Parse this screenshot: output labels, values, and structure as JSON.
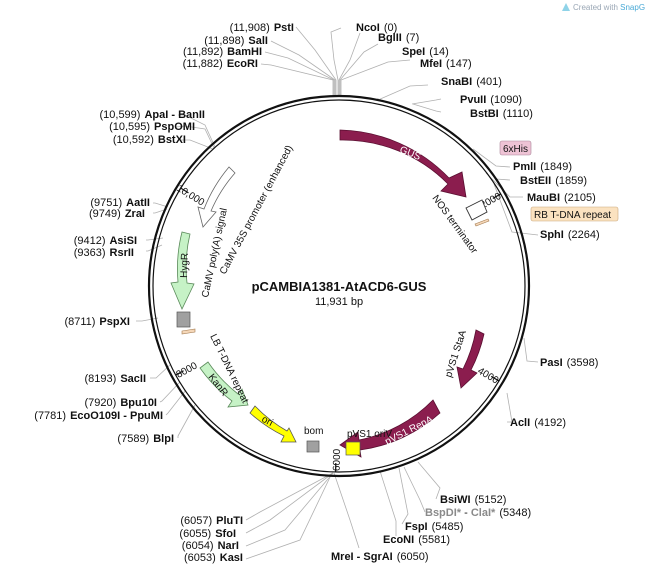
{
  "credit": {
    "prefix": "Created with ",
    "brand": "SnapGene",
    "mark": "®"
  },
  "plasmid": {
    "name": "pCAMBIA1381-AtACD6-GUS",
    "size_label": "11,931 bp",
    "length": 11931
  },
  "ticks": [
    {
      "pos": 2000,
      "label": "2000"
    },
    {
      "pos": 4000,
      "label": "4000"
    },
    {
      "pos": 6000,
      "label": "6000"
    },
    {
      "pos": 8000,
      "label": "8000"
    },
    {
      "pos": 10000,
      "label": "10,000"
    }
  ],
  "sites_right": [
    {
      "name": "NcoI",
      "pos": "(0)"
    },
    {
      "name": "BglII",
      "pos": "(7)"
    },
    {
      "name": "SpeI",
      "pos": "(14)"
    },
    {
      "name": "MfeI",
      "pos": "(147)"
    },
    {
      "name": "SnaBI",
      "pos": "(401)"
    },
    {
      "name": "PvuII",
      "pos": "(1090)"
    },
    {
      "name": "BstBI",
      "pos": "(1110)"
    },
    {
      "name": "PmlI",
      "pos": "(1849)"
    },
    {
      "name": "BstEII",
      "pos": "(1859)"
    },
    {
      "name": "MauBI",
      "pos": "(2105)"
    },
    {
      "name": "SphI",
      "pos": "(2264)"
    },
    {
      "name": "PasI",
      "pos": "(3598)"
    },
    {
      "name": "AclI",
      "pos": "(4192)"
    },
    {
      "name": "BsiWI",
      "pos": "(5152)"
    },
    {
      "name": "BspDI*",
      "sep": " - ",
      "name2": "ClaI*",
      "pos": "(5348)"
    },
    {
      "name": "FspI",
      "pos": "(5485)"
    },
    {
      "name": "EcoNI",
      "pos": "(5581)"
    }
  ],
  "sites_bottom": [
    {
      "name": "MreI",
      "sep": " - ",
      "name2": "SgrAI",
      "pos": "(6050)"
    }
  ],
  "sites_left": [
    {
      "pos": "(11,908)",
      "name": "PstI"
    },
    {
      "pos": "(11,898)",
      "name": "SalI"
    },
    {
      "pos": "(11,892)",
      "name": "BamHI"
    },
    {
      "pos": "(11,882)",
      "name": "EcoRI"
    },
    {
      "pos": "(10,599)",
      "name": "ApaI",
      "sep": " - ",
      "name2": "BanII"
    },
    {
      "pos": "(10,595)",
      "name": "PspOMI"
    },
    {
      "pos": "(10,592)",
      "name": "BstXI"
    },
    {
      "pos": "(9751)",
      "name": "AatII"
    },
    {
      "pos": "(9749)",
      "name": "ZraI"
    },
    {
      "pos": "(9412)",
      "name": "AsiSI"
    },
    {
      "pos": "(9363)",
      "name": "RsrII"
    },
    {
      "pos": "(8711)",
      "name": "PspXI"
    },
    {
      "pos": "(8193)",
      "name": "SacII"
    },
    {
      "pos": "(7920)",
      "name": "Bpu10I"
    },
    {
      "pos": "(7781)",
      "name": "EcoO109I",
      "sep": " - ",
      "name2": "PpuMI"
    },
    {
      "pos": "(7589)",
      "name": "BlpI"
    },
    {
      "pos": "(6057)",
      "name": "PluTI"
    },
    {
      "pos": "(6055)",
      "name": "SfoI"
    },
    {
      "pos": "(6054)",
      "name": "NarI"
    },
    {
      "pos": "(6053)",
      "name": "KasI"
    }
  ],
  "features": {
    "gus": "GUS",
    "nos_terminator": "NOS terminator",
    "his_tag": "6xHis",
    "rb_repeat": "RB T-DNA repeat",
    "pvs1_stab": "pVS1 StaA",
    "pvs1_repa": "pVS1 RepA",
    "pvs1_oriv": "pVS1 oriV",
    "bom": "bom",
    "ori": "ori",
    "kanr": "KanR",
    "lb_repeat": "LB T-DNA repeat",
    "hygr": "HygR",
    "polya": "CaMV poly(A) signal",
    "promoter": "CaMV 35S promoter (enhanced)"
  },
  "colors": {
    "gus": "#8b1d4e",
    "repa": "#8b1d4e",
    "stab": "#8b1d4e",
    "hygr": "#c6f2c6",
    "kanr": "#c6f2c6",
    "ori": "#ffff00",
    "oriv": "#ffff00",
    "bom": "#a0a0a0",
    "terminator": "#a0a0a0",
    "promoter": "#ffffff",
    "his_tag": "#eec3d5",
    "rb_repeat": "#fbe2c0",
    "lb_repeat": "#f5d7b8",
    "credit": "#9aa7b5"
  }
}
